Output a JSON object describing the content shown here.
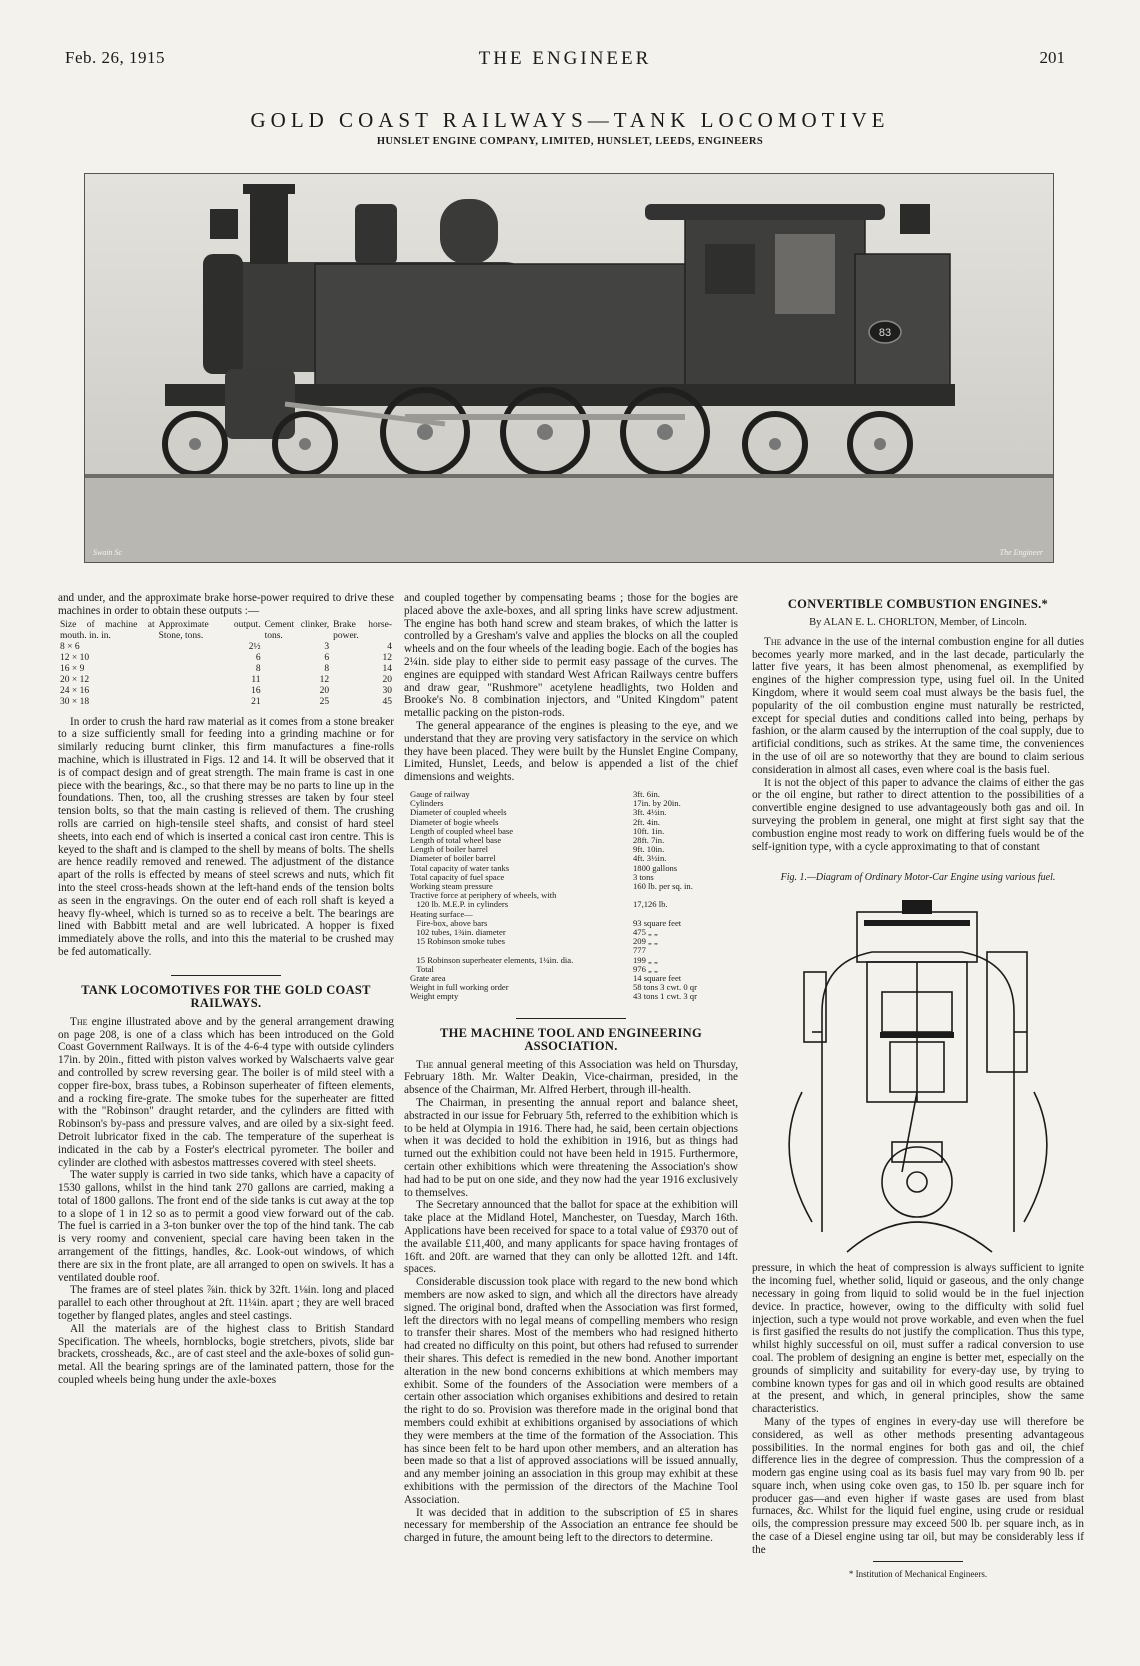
{
  "header": {
    "date": "Feb. 26, 1915",
    "journal": "THE ENGINEER",
    "page": "201"
  },
  "article_title": "GOLD COAST RAILWAYS—TANK LOCOMOTIVE",
  "article_subtitle": "HUNSLET ENGINE COMPANY, LIMITED, HUNSLET, LEEDS, ENGINEERS",
  "photo": {
    "number_plate": "83",
    "credit_left": "Swain Sc",
    "credit_right": "The Engineer"
  },
  "col1": {
    "intro": "and under, and the approximate brake horse-power required to drive these machines in order to obtain these outputs :—",
    "table_head": [
      "Size of machine at mouth. in. in.",
      "Approximate output. Stone, tons.",
      "Cement clinker, tons.",
      "Brake horse-power."
    ],
    "table_rows": [
      [
        "8 × 6",
        "2½",
        "3",
        "4"
      ],
      [
        "12 × 10",
        "6",
        "6",
        "12"
      ],
      [
        "16 × 9",
        "8",
        "8",
        "14"
      ],
      [
        "20 × 12",
        "11",
        "12",
        "20"
      ],
      [
        "24 × 16",
        "16",
        "20",
        "30"
      ],
      [
        "30 × 18",
        "21",
        "25",
        "45"
      ]
    ],
    "para1": "In order to crush the hard raw material as it comes from a stone breaker to a size sufficiently small for feeding into a grinding machine or for similarly reducing burnt clinker, this firm manufactures a fine-rolls machine, which is illustrated in Figs. 12 and 14. It will be observed that it is of compact design and of great strength. The main frame is cast in one piece with the bearings, &c., so that there may be no parts to line up in the foundations. Then, too, all the crushing stresses are taken by four steel tension bolts, so that the main casting is relieved of them. The crushing rolls are carried on high-tensile steel shafts, and consist of hard steel sheets, into each end of which is inserted a conical cast iron centre. This is keyed to the shaft and is clamped to the shell by means of bolts. The shells are hence readily removed and renewed. The adjustment of the distance apart of the rolls is effected by means of steel screws and nuts, which fit into the steel cross-heads shown at the left-hand ends of the tension bolts as seen in the engravings. On the outer end of each roll shaft is keyed a heavy fly-wheel, which is turned so as to receive a belt. The bearings are lined with Babbitt metal and are well lubricated. A hopper is fixed immediately above the rolls, and into this the material to be crushed may be fed automatically.",
    "section_title": "TANK LOCOMOTIVES FOR THE GOLD COAST RAILWAYS.",
    "tank1_lead": "The",
    "tank1": " engine illustrated above and by the general arrangement drawing on page 208, is one of a class which has been introduced on the Gold Coast Government Railways. It is of the 4-6-4 type with outside cylinders 17in. by 20in., fitted with piston valves worked by Walschaerts valve gear and controlled by screw reversing gear. The boiler is of mild steel with a copper fire-box, brass tubes, a Robinson superheater of fifteen elements, and a rocking fire-grate. The smoke tubes for the superheater are fitted with the \"Robinson\" draught retarder, and the cylinders are fitted with Robinson's by-pass and pressure valves, and are oiled by a six-sight feed. Detroit lubricator fixed in the cab. The temperature of the superheat is indicated in the cab by a Foster's electrical pyrometer. The boiler and cylinder are clothed with asbestos mattresses covered with steel sheets.",
    "tank2": "The water supply is carried in two side tanks, which have a capacity of 1530 gallons, whilst in the hind tank 270 gallons are carried, making a total of 1800 gallons. The front end of the side tanks is cut away at the top to a slope of 1 in 12 so as to permit a good view forward out of the cab. The fuel is carried in a 3-ton bunker over the top of the hind tank. The cab is very roomy and convenient, special care having been taken in the arrangement of the fittings, handles, &c. Look-out windows, of which there are six in the front plate, are all arranged to open on swivels. It has a ventilated double roof.",
    "tank3": "The frames are of steel plates ⅞in. thick by 32ft. 1⅛in. long and placed parallel to each other throughout at 2ft. 11¼in. apart ; they are well braced together by flanged plates, angles and steel castings.",
    "tank4": "All the materials are of the highest class to British Standard Specification. The wheels, hornblocks, bogie stretchers, pivots, slide bar brackets, crossheads, &c., are of cast steel and the axle-boxes of solid gun-metal. All the bearing springs are of the laminated pattern, those for the coupled wheels being hung under the axle-boxes"
  },
  "col2": {
    "para1": "and coupled together by compensating beams ; those for the bogies are placed above the axle-boxes, and all spring links have screw adjustment. The engine has both hand screw and steam brakes, of which the latter is controlled by a Gresham's valve and applies the blocks on all the coupled wheels and on the four wheels of the leading bogie. Each of the bogies has 2¼in. side play to either side to permit easy passage of the curves. The engines are equipped with standard West African Railways centre buffers and draw gear, \"Rushmore\" acetylene headlights, two Holden and Brooke's No. 8 combination injectors, and \"United Kingdom\" patent metallic packing on the piston-rods.",
    "para2": "The general appearance of the engines is pleasing to the eye, and we understand that they are proving very satisfactory in the service on which they have been placed. They were built by the Hunslet Engine Company, Limited, Hunslet, Leeds, and below is appended a list of the chief dimensions and weights.",
    "dims": [
      [
        "Gauge of railway",
        "3ft. 6in."
      ],
      [
        "Cylinders",
        "17in. by 20in."
      ],
      [
        "Diameter of coupled wheels",
        "3ft. 4½in."
      ],
      [
        "Diameter of bogie wheels",
        "2ft. 4in."
      ],
      [
        "Length of coupled wheel base",
        "10ft. 1in."
      ],
      [
        "Length of total wheel base",
        "28ft. 7in."
      ],
      [
        "Length of boiler barrel",
        "9ft. 10in."
      ],
      [
        "Diameter of boiler barrel",
        "4ft. 3½in."
      ],
      [
        "Total capacity of water tanks",
        "1800 gallons"
      ],
      [
        "Total capacity of fuel space",
        "3 tons"
      ],
      [
        "Working steam pressure",
        "160 lb. per sq. in."
      ],
      [
        "Tractive force at periphery of wheels, with",
        ""
      ],
      [
        "   120 lb. M.E.P. in cylinders",
        "17,126 lb."
      ],
      [
        "Heating surface—",
        ""
      ],
      [
        "   Fire-box, above bars",
        "93 square feet"
      ],
      [
        "   102 tubes, 1¾in. diameter",
        "475  „  „"
      ],
      [
        "   15 Robinson smoke tubes",
        "209  „  „"
      ],
      [
        "",
        "777"
      ],
      [
        "   15 Robinson superheater elements, 1¼in. dia.",
        "199  „  „"
      ],
      [
        "",
        ""
      ],
      [
        "   Total",
        "976  „  „"
      ],
      [
        "Grate area",
        "14 square feet"
      ],
      [
        "Weight in full working order",
        "58 tons 3 cwt. 0 qr"
      ],
      [
        "Weight empty",
        "43 tons 1 cwt. 3 qr"
      ]
    ],
    "section_title": "THE MACHINE TOOL AND ENGINEERING ASSOCIATION.",
    "mt1_lead": "The",
    "mt1": " annual general meeting of this Association was held on Thursday, February 18th. Mr. Walter Deakin, Vice-chairman, presided, in the absence of the Chairman, Mr. Alfred Herbert, through ill-health.",
    "mt2": "The Chairman, in presenting the annual report and balance sheet, abstracted in our issue for February 5th, referred to the exhibition which is to be held at Olympia in 1916. There had, he said, been certain objections when it was decided to hold the exhibition in 1916, but as things had turned out the exhibition could not have been held in 1915. Furthermore, certain other exhibitions which were threatening the Association's show had had to be put on one side, and they now had the year 1916 exclusively to themselves.",
    "mt3": "The Secretary announced that the ballot for space at the exhibition will take place at the Midland Hotel, Manchester, on Tuesday, March 16th. Applications have been received for space to a total value of £9370 out of the available £11,400, and many applicants for space having frontages of 16ft. and 20ft. are warned that they can only be allotted 12ft. and 14ft. spaces.",
    "mt4": "Considerable discussion took place with regard to the new bond which members are now asked to sign, and which all the directors have already signed. The original bond, drafted when the Association was first formed, left the directors with no legal means of compelling members who resign to transfer their shares. Most of the members who had resigned hitherto had created no difficulty on this point, but others had refused to surrender their shares. This defect is remedied in the new bond. Another important alteration in the new bond concerns exhibitions at which members may exhibit. Some of the founders of the Association were members of a certain other association which organises exhibitions and desired to retain the right to do so. Provision was therefore made in the original bond that members could exhibit at exhibitions organised by associations of which they were members at the time of the formation of the Association. This has since been felt to be hard upon other members, and an alteration has been made so that a list of approved associations will be issued annually, and any member joining an association in this group may exhibit at these exhibitions with the permission of the directors of the Machine Tool Association.",
    "mt5": "It was decided that in addition to the subscription of £5 in shares necessary for membership of the Association an entrance fee should be charged in future, the amount being left to the directors to determine."
  },
  "col3": {
    "section_title": "CONVERTIBLE COMBUSTION ENGINES.*",
    "byline": "By ALAN E. L. CHORLTON, Member, of Lincoln.",
    "cc1_lead": "The",
    "cc1": " advance in the use of the internal combustion engine for all duties becomes yearly more marked, and in the last decade, particularly the latter five years, it has been almost phenomenal, as exemplified by engines of the higher compression type, using fuel oil. In the United Kingdom, where it would seem coal must always be the basis fuel, the popularity of the oil combustion engine must naturally be restricted, except for special duties and conditions called into being, perhaps by fashion, or the alarm caused by the interruption of the coal supply, due to artificial conditions, such as strikes. At the same time, the conveniences in the use of oil are so noteworthy that they are bound to claim serious consideration in almost all cases, even where coal is the basis fuel.",
    "cc2": "It is not the object of this paper to advance the claims of either the gas or the oil engine, but rather to direct attention to the possibilities of a convertible engine designed to use advantageously both gas and oil. In surveying the problem in general, one might at first sight say that the combustion engine most ready to work on differing fuels would be of the self-ignition type, with a cycle approximating to that of constant",
    "fig_caption": "Fig. 1.—Diagram of Ordinary Motor-Car Engine using various fuel.",
    "cc3": "pressure, in which the heat of compression is always sufficient to ignite the incoming fuel, whether solid, liquid or gaseous, and the only change necessary in going from liquid to solid would be in the fuel injection device. In practice, however, owing to the difficulty with solid fuel injection, such a type would not prove workable, and even when the fuel is first gasified the results do not justify the complication. Thus this type, whilst highly successful on oil, must suffer a radical conversion to use coal. The problem of designing an engine is better met, especially on the grounds of simplicity and suitability for every-day use, by trying to combine known types for gas and oil in which good results are obtained at the present, and which, in general principles, show the same characteristics.",
    "cc4": "Many of the types of engines in every-day use will therefore be considered, as well as other methods presenting advantageous possibilities. In the normal engines for both gas and oil, the chief difference lies in the degree of compression. Thus the compression of a modern gas engine using coal as its basis fuel may vary from 90 lb. per square inch, when using coke oven gas, to 150 lb. per square inch for producer gas—and even higher if waste gases are used from blast furnaces, &c. Whilst for the liquid fuel engine, using crude or residual oils, the compression pressure may exceed 500 lb. per square inch, as in the case of a Diesel engine using tar oil, but may be considerably less if the",
    "footnote": "* Institution of Mechanical Engineers."
  }
}
